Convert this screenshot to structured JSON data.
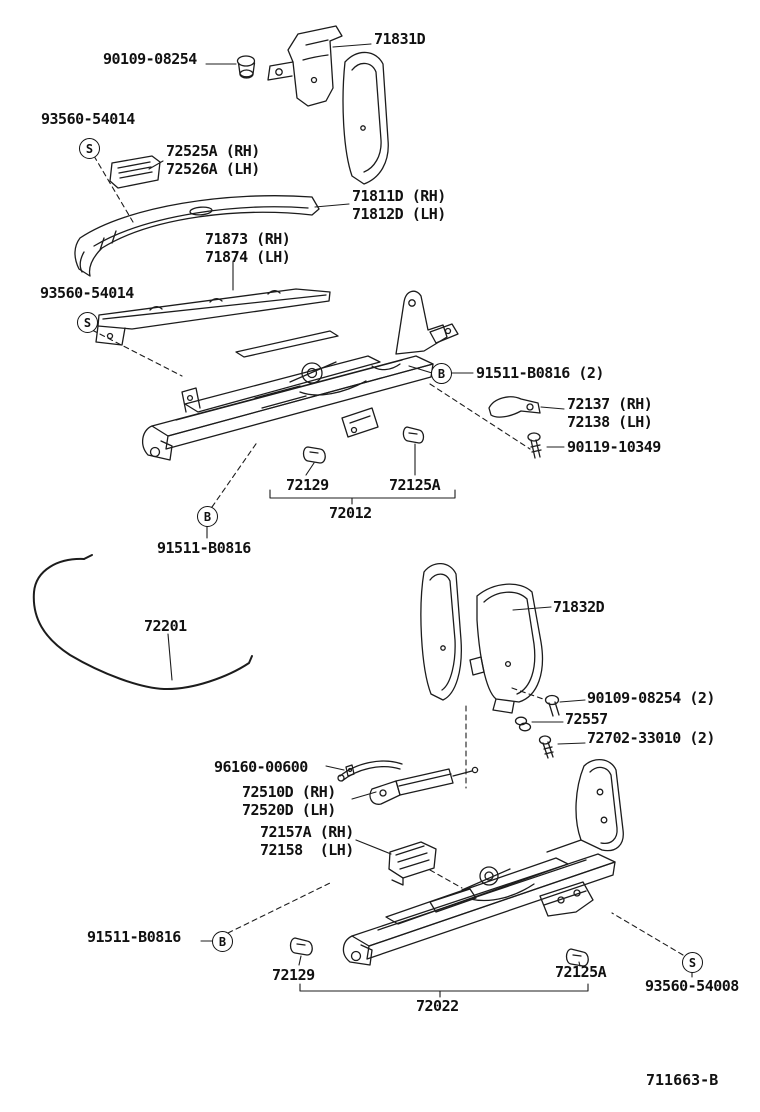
{
  "page": {
    "drawing_number": "711663-B"
  },
  "symbols": {
    "screw": "S",
    "bolt": "B"
  },
  "parts": {
    "p71831d": "71831D",
    "p90109_08254_top": "90109-08254",
    "p93560_54014_a": "93560-54014",
    "p72525a": "72525A (RH)",
    "p72526a": "72526A (LH)",
    "p71811d": "71811D (RH)",
    "p71812d": "71812D (LH)",
    "p71873": "71873 (RH)",
    "p71874": "71874 (LH)",
    "p93560_54014_b": "93560-54014",
    "p91511_b0816_2": "91511-B0816 (2)",
    "p72137": "72137 (RH)",
    "p72138": "72138 (LH)",
    "p90119_10349": "90119-10349",
    "p72129_top": "72129",
    "p72125a_top": "72125A",
    "p72012": "72012",
    "p91511_b0816_top": "91511-B0816",
    "p72201": "72201",
    "p71832d": "71832D",
    "p90109_08254_2": "90109-08254 (2)",
    "p72557": "72557",
    "p72702_33010_2": "72702-33010 (2)",
    "p96160_00600": "96160-00600",
    "p72510d": "72510D (RH)",
    "p72520d": "72520D (LH)",
    "p72157a": "72157A (RH)",
    "p72158": "72158  (LH)",
    "p91511_b0816_bottom": "91511-B0816",
    "p72129_bottom": "72129",
    "p72125a_bottom": "72125A",
    "p93560_54008": "93560-54008",
    "p72022": "72022"
  }
}
